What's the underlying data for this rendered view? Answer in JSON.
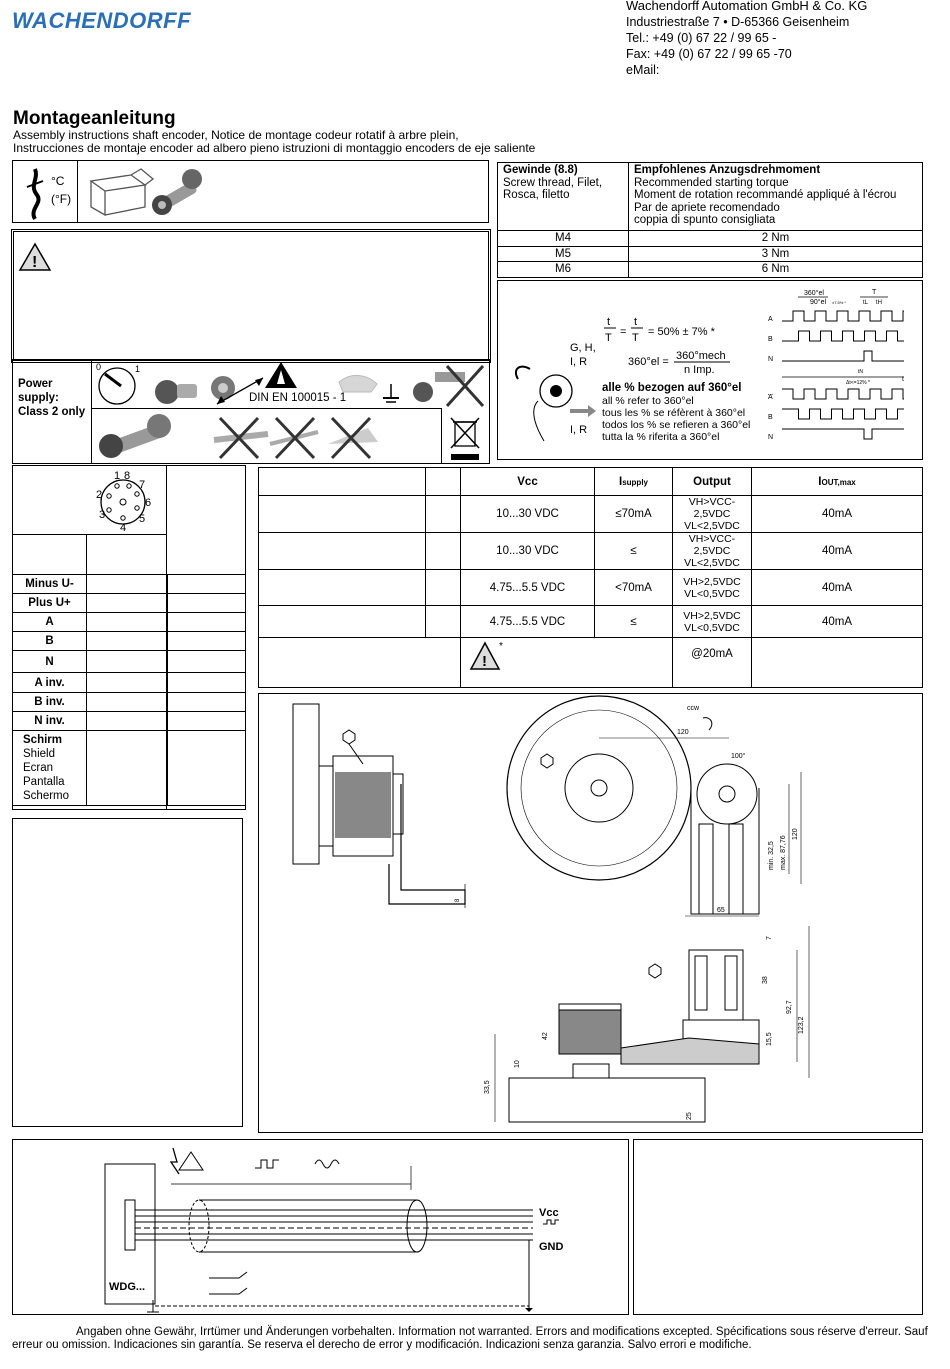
{
  "header": {
    "logo": "WACHENDORFF",
    "company": "Wachendorff Automation GmbH & Co. KG",
    "street": "Industriestraße 7  •  D-65366 Geisenheim",
    "tel": "Tel.: +49 (0) 67 22 / 99 65 -",
    "fax": "Fax: +49 (0) 67 22 / 99 65 -70",
    "email": "eMail:"
  },
  "title": {
    "main": "Montageanleitung",
    "line1": "Assembly instructions shaft encoder, Notice de montage codeur rotatif à arbre plein,",
    "line2": "Instrucciones de montaje encoder ad albero pieno  istruzioni di montaggio encoders de eje saliente"
  },
  "temp": {
    "c": "°C",
    "f": "(°F)"
  },
  "power": {
    "l1": "Power",
    "l2": "supply:",
    "l3": "Class 2 only"
  },
  "din": "DIN EN 100015  - 1",
  "torque": {
    "head_left_bold": "Gewinde (8.8)",
    "head_left": [
      "Screw thread, Filet,",
      "Rosca, filetto"
    ],
    "head_right_bold": "Empfohlenes Anzugsdrehmoment",
    "head_right": [
      "Recommended starting torque",
      "Moment de rotation recommandé appliqué à l'écrou",
      "Par de apriete recomendado",
      "coppia di spunto consigliata"
    ],
    "rows": [
      {
        "thread": "M4",
        "torque": "2 Nm"
      },
      {
        "thread": "M5",
        "torque": "3 Nm"
      },
      {
        "thread": "M6",
        "torque": "6 Nm"
      }
    ]
  },
  "signal": {
    "formula_tl": "t",
    "formula_th": "t",
    "formula_T": "T",
    "formula_result": "= 50% ± 7% *",
    "formula_360": "360°el =",
    "formula_mech": "360°mech",
    "formula_nimp": "n Imp.",
    "ghi": [
      "G, H,",
      "I, R"
    ],
    "ir": "I, R",
    "bold": "alle % bezogen auf 360°el",
    "lines": [
      "all % refer to 360°el",
      "tous les % se réfèrent à 360°el",
      "todos los % se refieren a 360°el",
      "tutta la % riferita a 360°el"
    ],
    "ch_labels": [
      "A",
      "B",
      "N",
      "A",
      "B",
      "N"
    ],
    "top360": "360°el",
    "top90": "90°el",
    "topT": "T",
    "top_tl": "tL",
    "top_th": "tH",
    "top_small": "±7.5% *",
    "tn": "tN",
    "delta": "Δt<=12% *",
    "t_axis": "t"
  },
  "pin": {
    "nums": [
      "1",
      "8",
      "7",
      "2",
      "6",
      "3",
      "5",
      "4"
    ],
    "rows": [
      "Minus U-",
      "Plus U+",
      "A",
      "B",
      "N",
      "A inv.",
      "B inv.",
      "N inv."
    ],
    "schirm_bold": "Schirm",
    "schirm": [
      "Shield",
      "Ecran",
      "Pantalla",
      "Schermo"
    ]
  },
  "spec": {
    "headers": {
      "vcc": "Vcc",
      "isupply": "I",
      "isupply_sub": "supply",
      "output": "Output",
      "iout": "I",
      "iout_sub": "OUT,max"
    },
    "rows": [
      {
        "vcc": "10...30 VDC",
        "isup": "≤70mA",
        "out1": "VH>VCC-2,5VDC",
        "out2": "VL<2,5VDC",
        "iout": "40mA"
      },
      {
        "vcc": "10...30 VDC",
        "isup": "≤",
        "out1": "VH>VCC-2,5VDC",
        "out2": "VL<2,5VDC",
        "iout": "40mA"
      },
      {
        "vcc": "4.75...5.5  VDC",
        "isup": "<70mA",
        "out1": "VH>2,5VDC",
        "out2": "VL<0,5VDC",
        "iout": "40mA"
      },
      {
        "vcc": "4.75...5.5  VDC",
        "isup": "≤",
        "out1": "VH>2,5VDC",
        "out2": "VL<0,5VDC",
        "iout": "40mA"
      }
    ],
    "last_out": "@20mA",
    "star": "*"
  },
  "dims": {
    "ccw": "ccw",
    "d120top": "120",
    "d100": "100°",
    "min": "min. 32,5",
    "max": "max. 87,76",
    "d120": "120",
    "d65": "65",
    "d8": "8",
    "d7": "7",
    "d38": "38",
    "d927": "92,7",
    "d1232": "123,2",
    "d155": "15,5",
    "d42": "42",
    "d10": "10",
    "d335": "33,5",
    "d25": "25"
  },
  "wiring": {
    "vcc": "Vcc",
    "gnd": "GND",
    "wdg": "WDG..."
  },
  "footer": "Angaben ohne Gewähr, Irrtümer und Änderungen vorbehalten. Information not warranted. Errors and modifications excepted. Spécifications sous réserve d'erreur. Sauf erreur ou omission. Indicaciones sin garantía. Se reserva el derecho de error y modificación. Indicazioni senza garanzia. Salvo errori e modifiche."
}
